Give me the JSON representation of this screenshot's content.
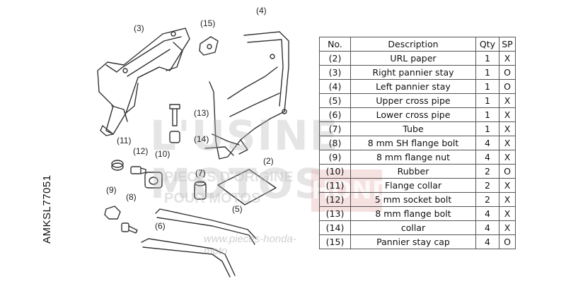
{
  "diagram": {
    "code": "AMKSL77051",
    "callouts": [
      "(3)",
      "(15)",
      "(4)",
      "(13)",
      "(14)",
      "(11)",
      "(12)",
      "(10)",
      "(7)",
      "(2)",
      "(9)",
      "(8)",
      "(5)",
      "(6)"
    ],
    "watermark": {
      "brand": "L'USINE MOTOS",
      "line1": "PIECES D'ORIGINE",
      "line2": "POUR MOTOS",
      "badge": "HONDA",
      "url": "www.pieces-honda-moto"
    }
  },
  "table": {
    "headers": [
      "No.",
      "Description",
      "Qty",
      "SP"
    ],
    "rows": [
      [
        "(2)",
        "URL paper",
        "1",
        "X"
      ],
      [
        "(3)",
        "Right pannier stay",
        "1",
        "O"
      ],
      [
        "(4)",
        "Left pannier stay",
        "1",
        "O"
      ],
      [
        "(5)",
        "Upper cross pipe",
        "1",
        "X"
      ],
      [
        "(6)",
        "Lower cross pipe",
        "1",
        "X"
      ],
      [
        "(7)",
        "Tube",
        "1",
        "X"
      ],
      [
        "(8)",
        "8 mm SH flange bolt",
        "4",
        "X"
      ],
      [
        "(9)",
        "8 mm flange nut",
        "4",
        "X"
      ],
      [
        "(10)",
        "Rubber",
        "2",
        "O"
      ],
      [
        "(11)",
        "Flange collar",
        "2",
        "X"
      ],
      [
        "(12)",
        "5 mm socket bolt",
        "2",
        "X"
      ],
      [
        "(13)",
        "8 mm flange bolt",
        "4",
        "X"
      ],
      [
        "(14)",
        "collar",
        "4",
        "X"
      ],
      [
        "(15)",
        "Pannier stay cap",
        "4",
        "O"
      ]
    ]
  }
}
